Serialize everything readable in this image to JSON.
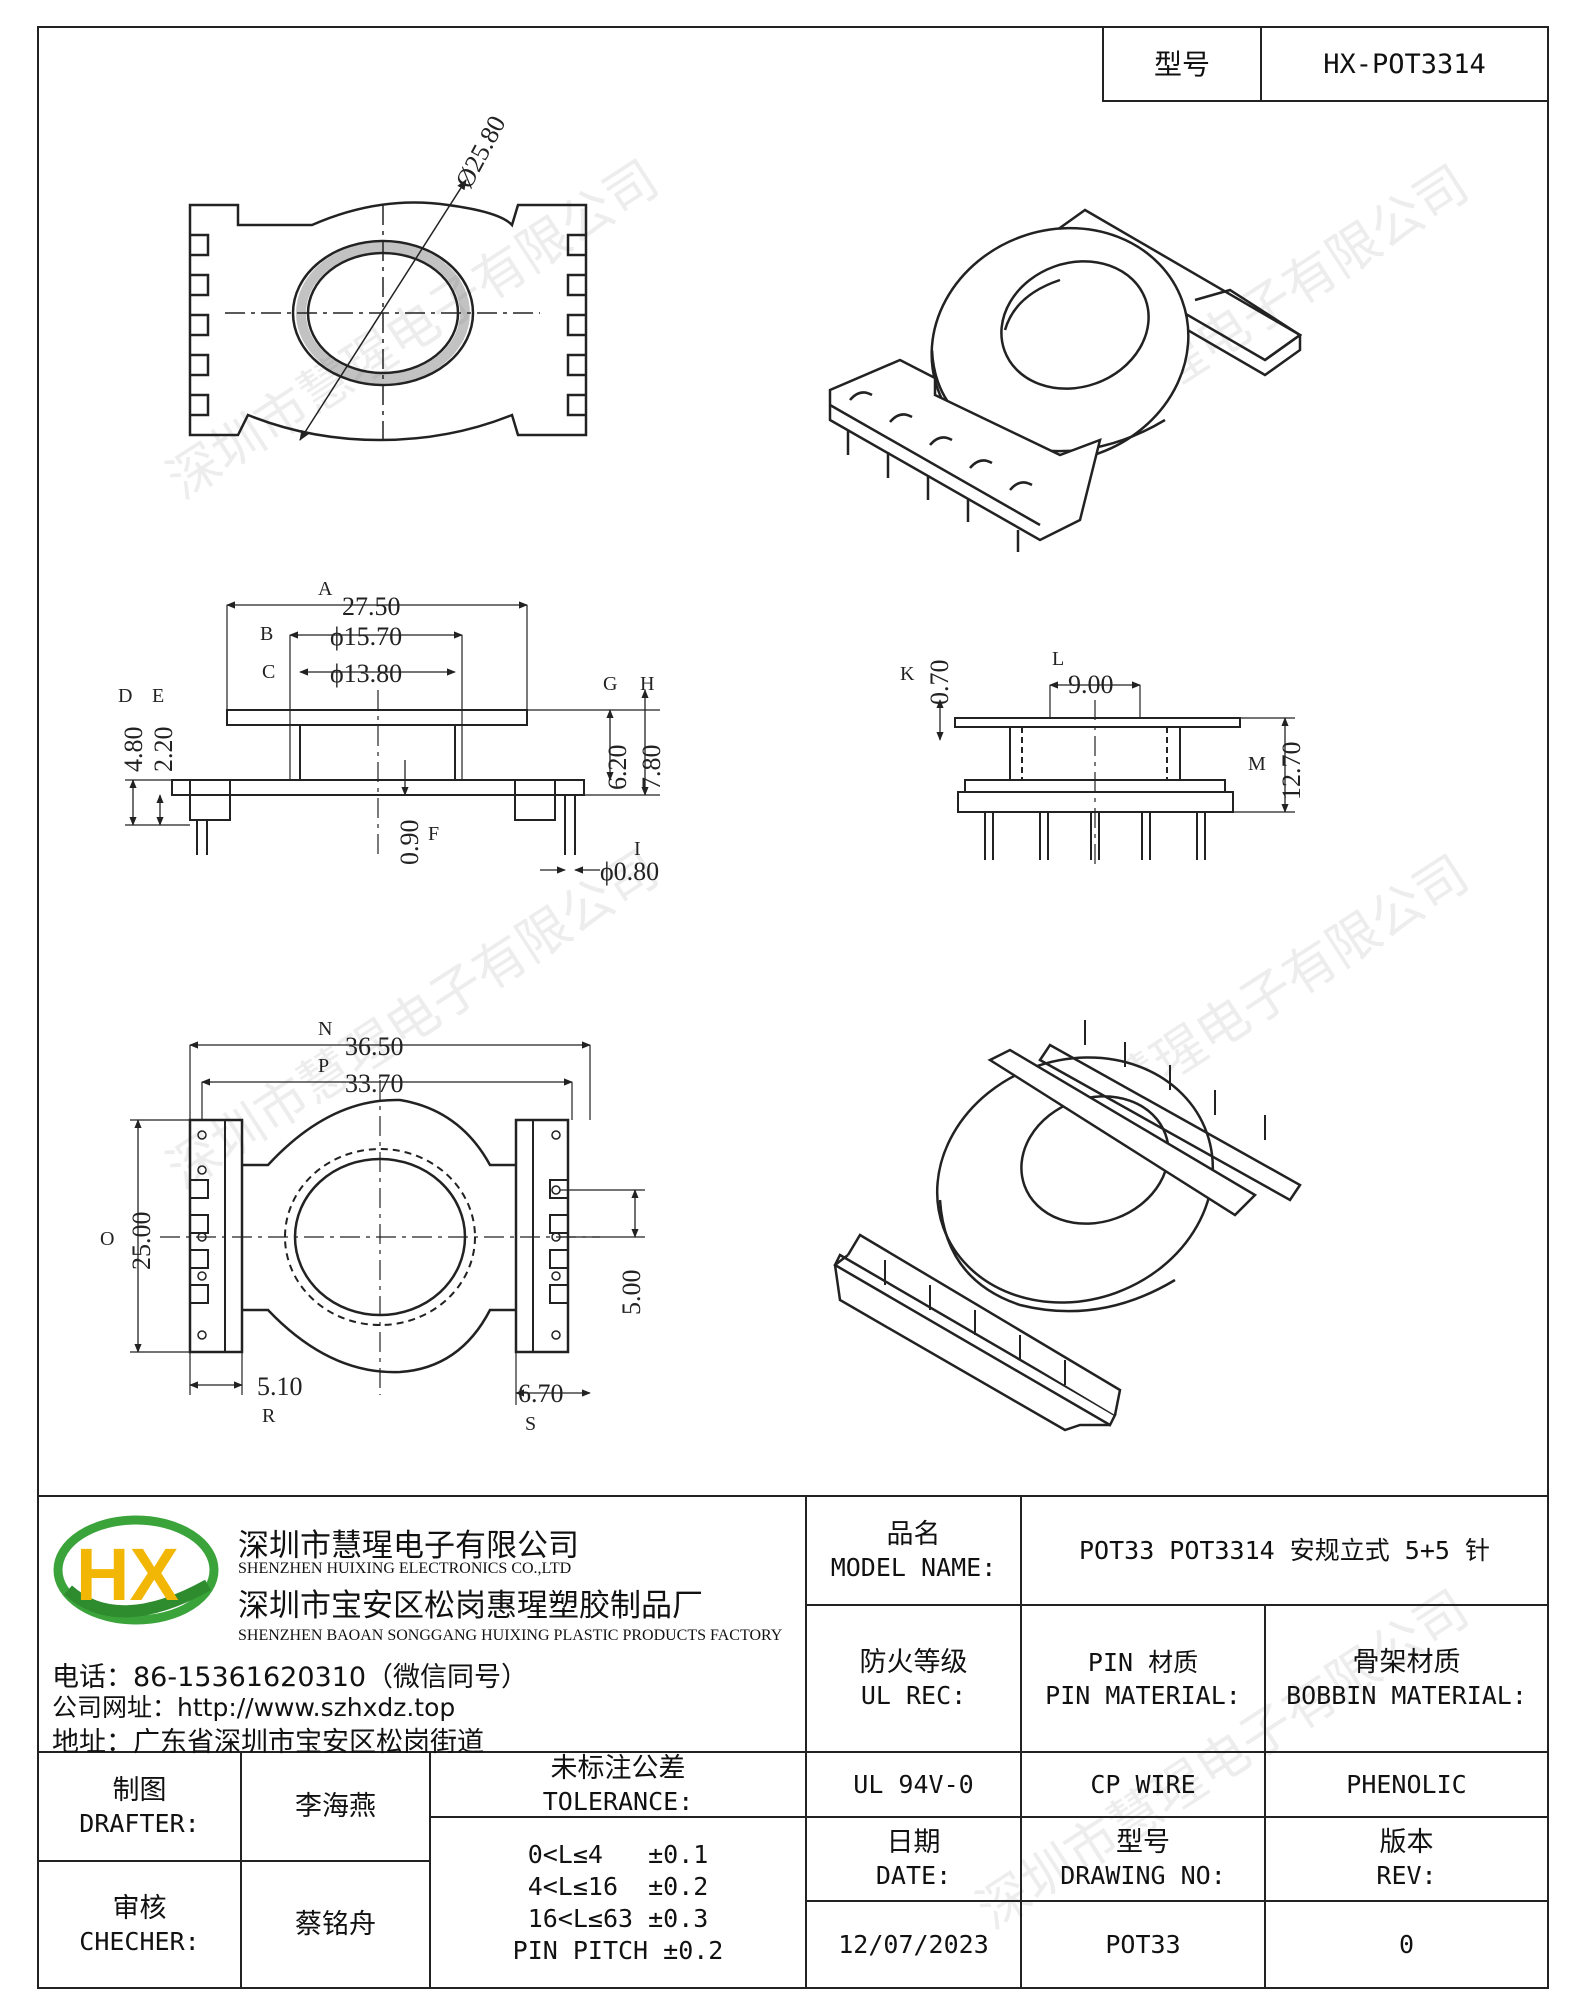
{
  "header": {
    "model_label": "型号",
    "model_value": "HX-POT3314"
  },
  "watermark": "深圳市慧瑆电子有限公司",
  "dimensions": {
    "top_view": {
      "diameter": "Ø25.80"
    },
    "side_view": {
      "A": "A",
      "A_value": "27.50",
      "B": "B",
      "B_value": "ϕ15.70",
      "C": "C",
      "C_value": "ϕ13.80",
      "D": "D",
      "D_value": "4.80",
      "E": "E",
      "E_value": "2.20",
      "F": "F",
      "F_value": "0.90",
      "G": "G",
      "G_value": "6.20",
      "H": "H",
      "H_value": "7.80",
      "I": "I",
      "I_value": "ϕ0.80"
    },
    "front_view": {
      "K": "K",
      "K_value": "0.70",
      "L": "L",
      "L_value": "9.00",
      "M": "M",
      "M_value": "12.70"
    },
    "bottom_view": {
      "N": "N",
      "N_value": "36.50",
      "P": "P",
      "P_value": "33.70",
      "O": "O",
      "O_value": "25.00",
      "Q_value": "5.00",
      "R": "R",
      "R_value": "5.10",
      "S": "S",
      "S_value": "6.70"
    }
  },
  "company": {
    "logo_text": "HX",
    "name_cn": "深圳市慧瑆电子有限公司",
    "name_en": "SHENZHEN HUIXING ELECTRONICS CO.,LTD",
    "factory_cn": "深圳市宝安区松岗惠瑆塑胶制品厂",
    "factory_en": "SHENZHEN BAOAN SONGGANG HUIXING PLASTIC PRODUCTS FACTORY",
    "phone": "电话：86-15361620310（微信同号）",
    "website": "公司网址：http://www.szhxdz.top",
    "address": "地址：广东省深圳市宝安区松岗街道"
  },
  "title_block": {
    "model_name_cn": "品名",
    "model_name_en": "MODEL NAME:",
    "model_name_value": "POT33 POT3314 安规立式 5+5 针",
    "fire_cn": "防火等级",
    "fire_en": "UL REC:",
    "pin_cn": "PIN 材质",
    "pin_en": "PIN MATERIAL:",
    "bobbin_cn": "骨架材质",
    "bobbin_en": "BOBBIN MATERIAL:",
    "fire_value": "UL 94V-0",
    "pin_value": "CP WIRE",
    "bobbin_value": "PHENOLIC",
    "drafter_cn": "制图",
    "drafter_en": "DRAFTER:",
    "drafter_value": "李海燕",
    "checker_cn": "审核",
    "checker_en": "CHECHER:",
    "checker_value": "蔡铭舟",
    "tolerance_cn": "未标注公差",
    "tolerance_en": "TOLERANCE:",
    "tolerance_lines": [
      "0<L≤4   ±0.1",
      "4<L≤16  ±0.2",
      "16<L≤63 ±0.3",
      "PIN PITCH ±0.2"
    ],
    "date_cn": "日期",
    "date_en": "DATE:",
    "date_value": "12/07/2023",
    "drawing_no_cn": "型号",
    "drawing_no_en": "DRAWING NO:",
    "drawing_no_value": "POT33",
    "rev_cn": "版本",
    "rev_en": "REV:",
    "rev_value": "0"
  }
}
